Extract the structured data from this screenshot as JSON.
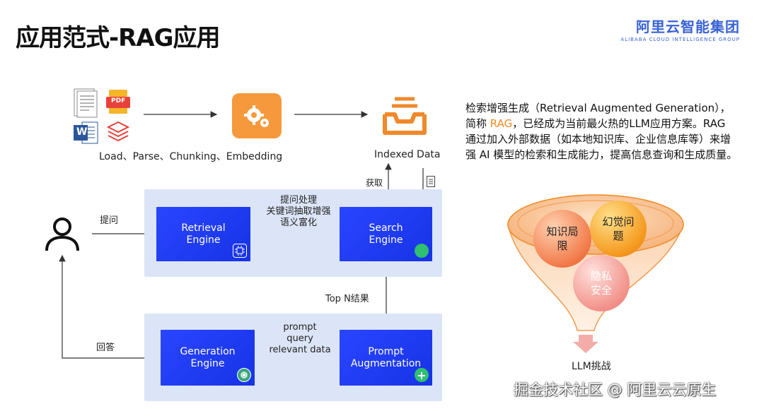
{
  "header": {
    "title": "应用范式-RAG应用",
    "brand_cn": "阿里云智能集团",
    "brand_en": "ALIBABA CLOUD INTELLIGENCE GROUP"
  },
  "pipeline": {
    "load_label": "Load、Parse、Chunking、Embedding",
    "indexed_label": "Indexed Data",
    "pdf_label": "PDF",
    "word_label": "W",
    "fetch_label": "获取"
  },
  "flow": {
    "ask_label": "提问",
    "answer_label": "回答",
    "retrieval_engine": [
      "Retrieval",
      "Engine"
    ],
    "search_engine": [
      "Search",
      "Engine"
    ],
    "generation_engine": [
      "Generation",
      "Engine"
    ],
    "prompt_augmentation": [
      "Prompt",
      "Augmentation"
    ],
    "query_process": [
      "提问处理",
      "关键词抽取增强",
      "语义富化"
    ],
    "top_n": "Top N结果",
    "prompt_data": [
      "prompt",
      "query",
      "relevant data"
    ]
  },
  "description": {
    "line1": "检索增强生成（Retrieval Augmented Generation），",
    "line2_pre": "简称 ",
    "line2_hl": "RAG",
    "line2_post": "，已经成为当前最火热的LLM应用方案。RAG",
    "line3": "通过加入外部数据（如本地知识库、企业信息库等）来增",
    "line4": "强 AI 模型的检索和生成能力，提高信息查询和生成质量。"
  },
  "funnel": {
    "ball_knowledge": [
      "知识局",
      "限"
    ],
    "ball_hallucination": [
      "幻觉问",
      "题"
    ],
    "ball_privacy": [
      "隐私",
      "安全"
    ],
    "caption": "LLM挑战"
  },
  "watermark": "掘金技术社区 @ 阿里云云原生",
  "colors": {
    "engine_blue": "#1f3cff",
    "lane_bg": "#dce5f7",
    "accent_orange": "#f08a24",
    "brand_blue": "#3a63d6"
  }
}
